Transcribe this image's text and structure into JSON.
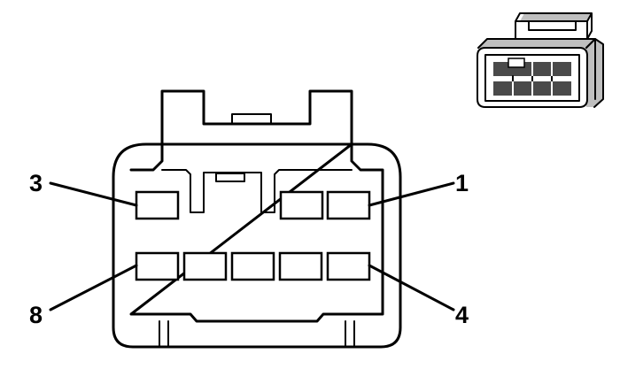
{
  "diagram": {
    "pin_labels": {
      "pin_1": "1",
      "pin_3": "3",
      "pin_4": "4",
      "pin_8": "8"
    }
  }
}
